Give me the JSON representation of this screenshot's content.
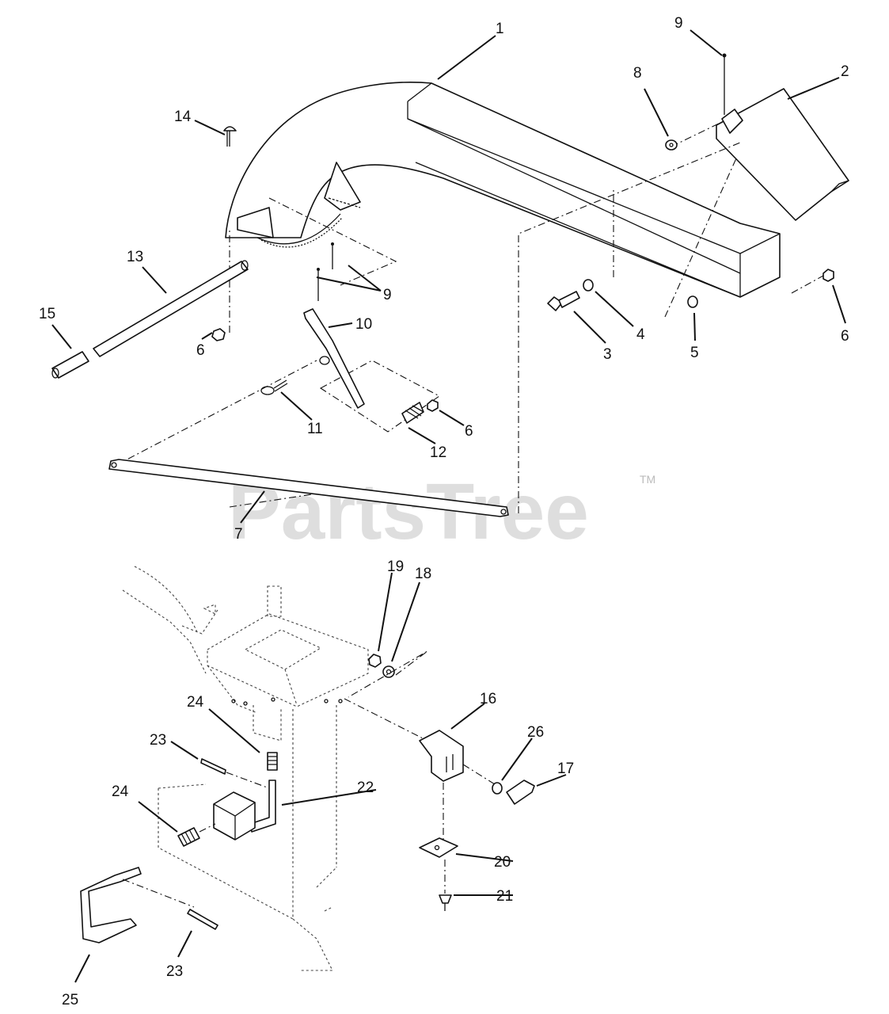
{
  "watermark": {
    "brand": "PartsTree",
    "trademark": "TM"
  },
  "callouts": [
    {
      "id": "c1",
      "label": "1"
    },
    {
      "id": "c2",
      "label": "2"
    },
    {
      "id": "c9a",
      "label": "9"
    },
    {
      "id": "c8",
      "label": "8"
    },
    {
      "id": "c14",
      "label": "14"
    },
    {
      "id": "c13",
      "label": "13"
    },
    {
      "id": "c9b",
      "label": "9"
    },
    {
      "id": "c10",
      "label": "10"
    },
    {
      "id": "c15",
      "label": "15"
    },
    {
      "id": "c6a",
      "label": "6"
    },
    {
      "id": "c3",
      "label": "3"
    },
    {
      "id": "c4",
      "label": "4"
    },
    {
      "id": "c5",
      "label": "5"
    },
    {
      "id": "c6b",
      "label": "6"
    },
    {
      "id": "c11",
      "label": "11"
    },
    {
      "id": "c6c",
      "label": "6"
    },
    {
      "id": "c12",
      "label": "12"
    },
    {
      "id": "c7",
      "label": "7"
    },
    {
      "id": "c19",
      "label": "19"
    },
    {
      "id": "c18",
      "label": "18"
    },
    {
      "id": "c16",
      "label": "16"
    },
    {
      "id": "c24a",
      "label": "24"
    },
    {
      "id": "c26",
      "label": "26"
    },
    {
      "id": "c23a",
      "label": "23"
    },
    {
      "id": "c17",
      "label": "17"
    },
    {
      "id": "c22",
      "label": "22"
    },
    {
      "id": "c24b",
      "label": "24"
    },
    {
      "id": "c20",
      "label": "20"
    },
    {
      "id": "c21",
      "label": "21"
    },
    {
      "id": "c23b",
      "label": "23"
    },
    {
      "id": "c25",
      "label": "25"
    }
  ]
}
